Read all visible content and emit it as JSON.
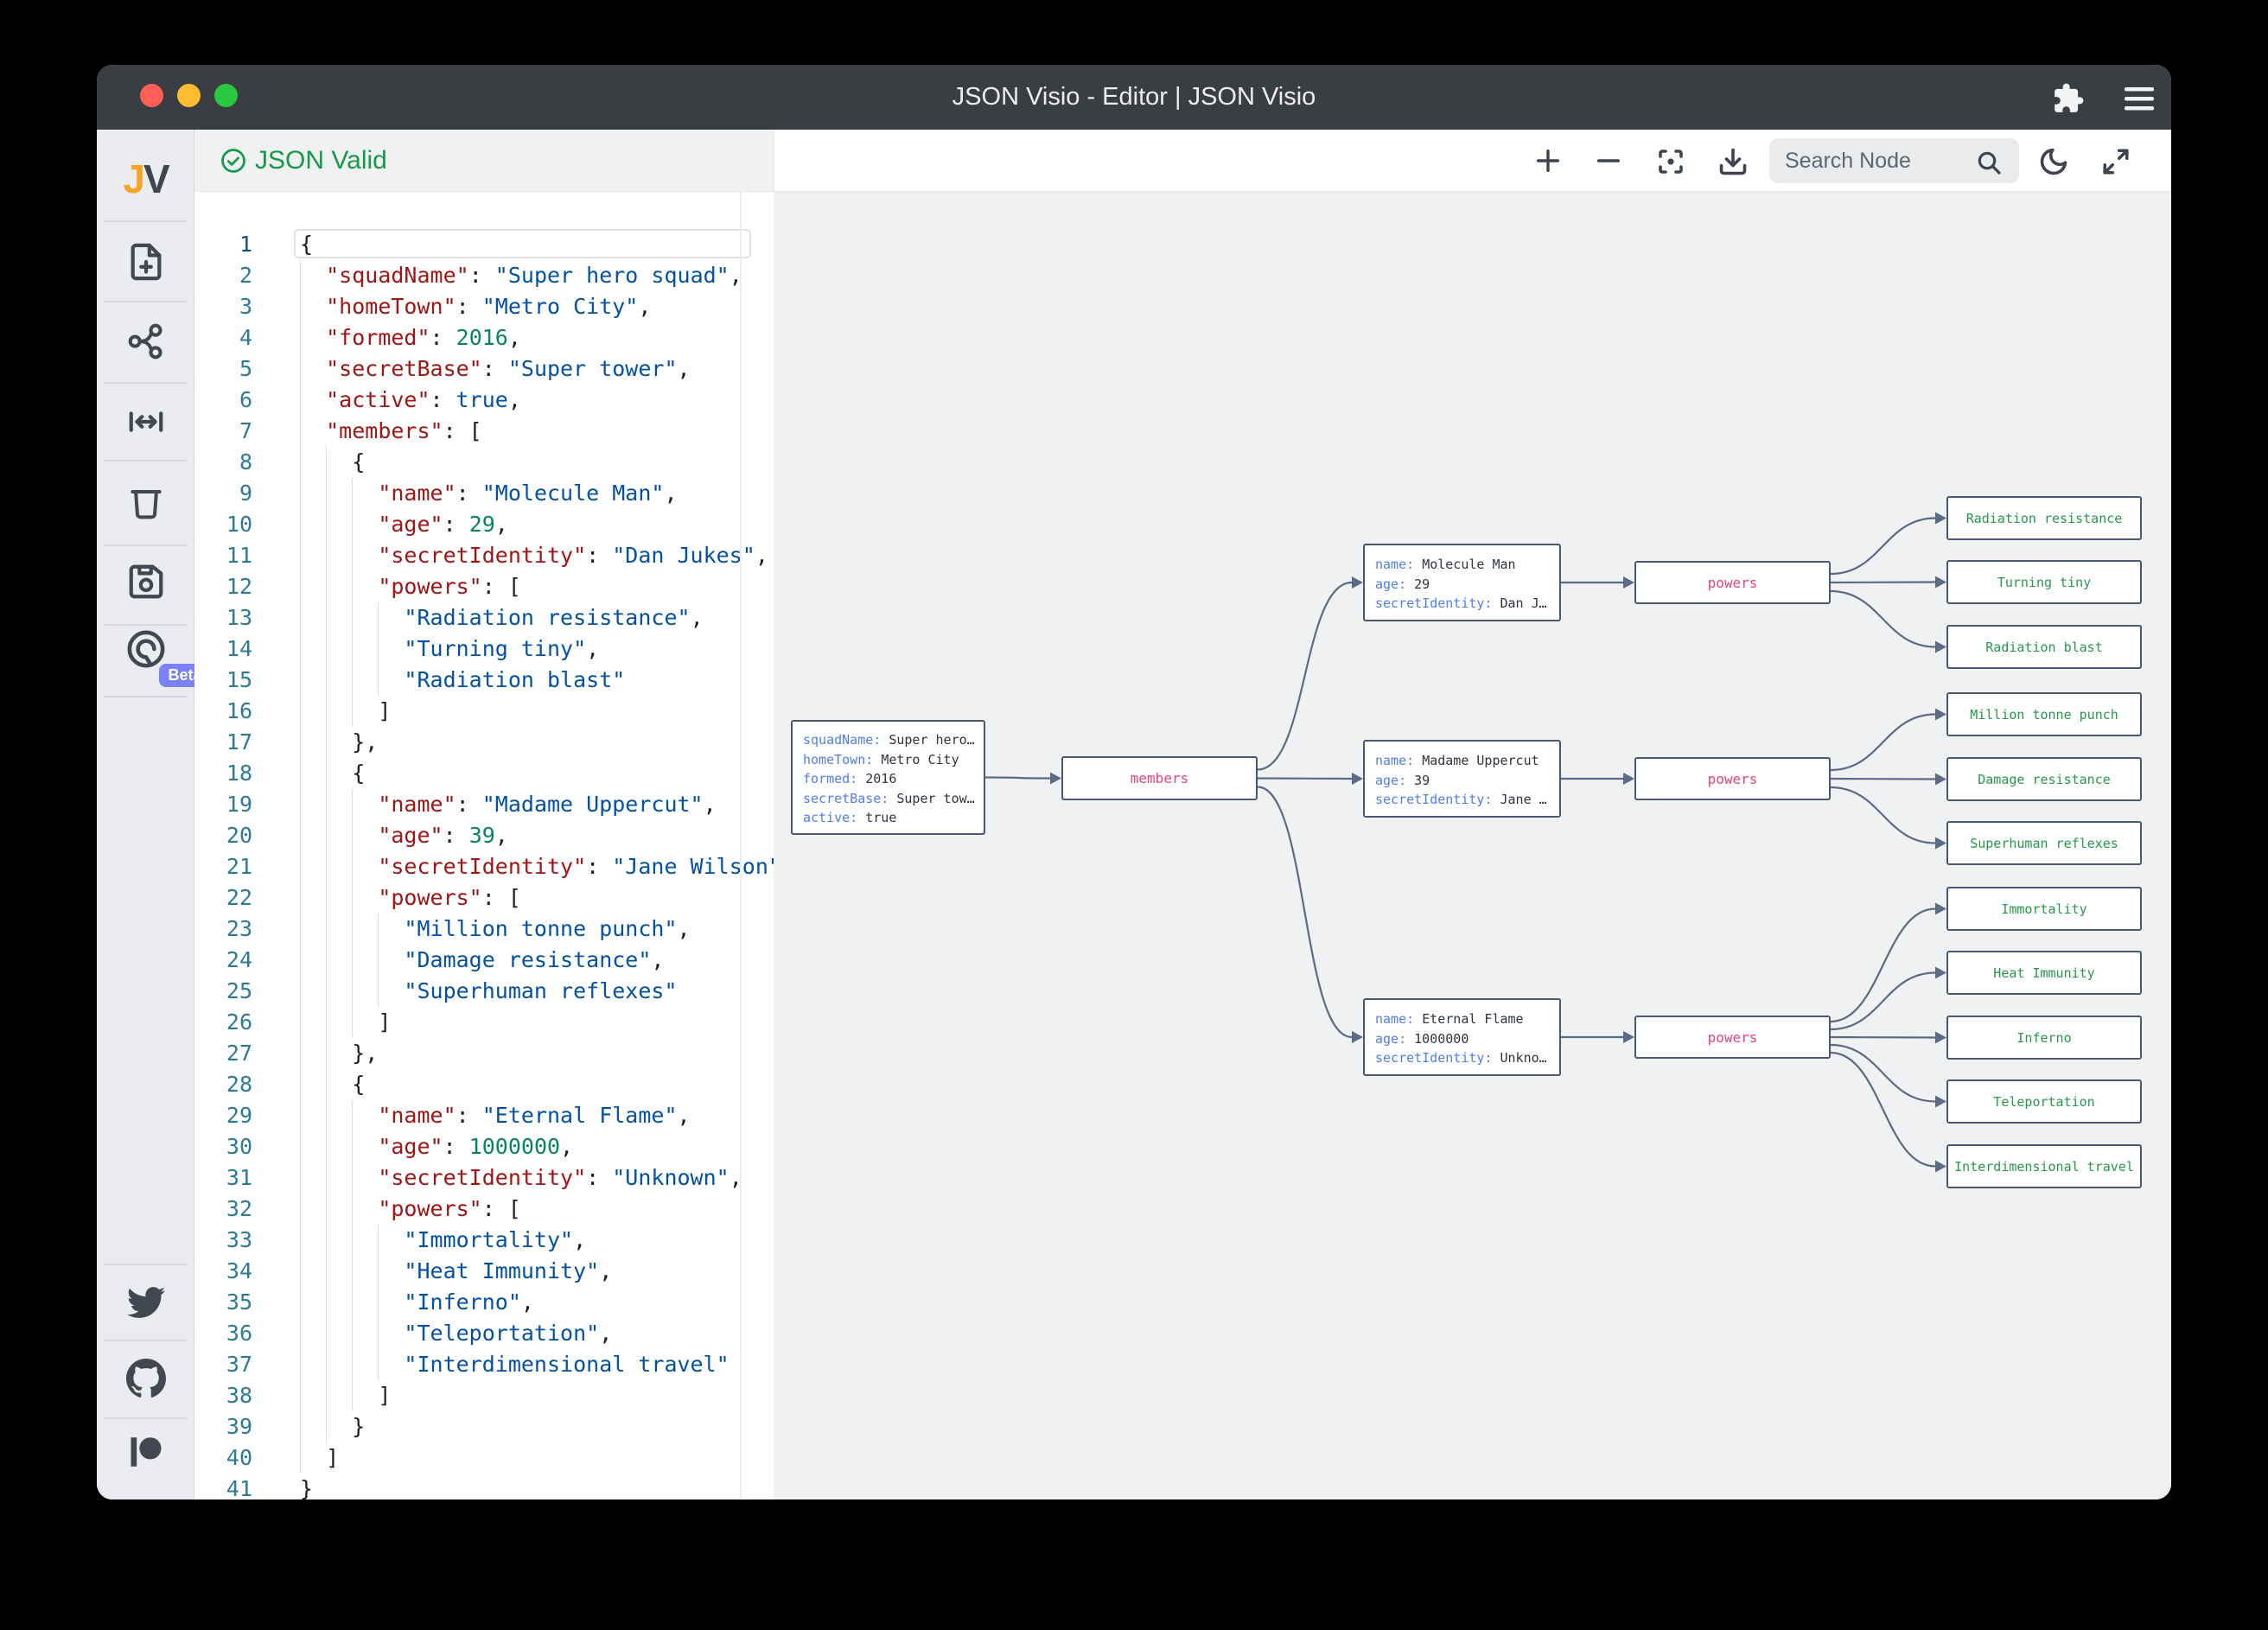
{
  "window": {
    "title": "JSON Visio - Editor | JSON Visio"
  },
  "sidebar": {
    "logo_j": "J",
    "logo_v": "V",
    "beta_badge": "Beta"
  },
  "editor": {
    "status": "JSON Valid",
    "lines": [
      [
        [
          "p",
          "{"
        ]
      ],
      [
        [
          "p",
          "  "
        ],
        [
          "k",
          "\"squadName\""
        ],
        [
          "p",
          ": "
        ],
        [
          "s",
          "\"Super hero squad\""
        ],
        [
          "p",
          ","
        ]
      ],
      [
        [
          "p",
          "  "
        ],
        [
          "k",
          "\"homeTown\""
        ],
        [
          "p",
          ": "
        ],
        [
          "s",
          "\"Metro City\""
        ],
        [
          "p",
          ","
        ]
      ],
      [
        [
          "p",
          "  "
        ],
        [
          "k",
          "\"formed\""
        ],
        [
          "p",
          ": "
        ],
        [
          "n",
          "2016"
        ],
        [
          "p",
          ","
        ]
      ],
      [
        [
          "p",
          "  "
        ],
        [
          "k",
          "\"secretBase\""
        ],
        [
          "p",
          ": "
        ],
        [
          "s",
          "\"Super tower\""
        ],
        [
          "p",
          ","
        ]
      ],
      [
        [
          "p",
          "  "
        ],
        [
          "k",
          "\"active\""
        ],
        [
          "p",
          ": "
        ],
        [
          "b",
          "true"
        ],
        [
          "p",
          ","
        ]
      ],
      [
        [
          "p",
          "  "
        ],
        [
          "k",
          "\"members\""
        ],
        [
          "p",
          ": ["
        ]
      ],
      [
        [
          "p",
          "    "
        ],
        [
          "p",
          "{"
        ]
      ],
      [
        [
          "p",
          "      "
        ],
        [
          "k",
          "\"name\""
        ],
        [
          "p",
          ": "
        ],
        [
          "s",
          "\"Molecule Man\""
        ],
        [
          "p",
          ","
        ]
      ],
      [
        [
          "p",
          "      "
        ],
        [
          "k",
          "\"age\""
        ],
        [
          "p",
          ": "
        ],
        [
          "n",
          "29"
        ],
        [
          "p",
          ","
        ]
      ],
      [
        [
          "p",
          "      "
        ],
        [
          "k",
          "\"secretIdentity\""
        ],
        [
          "p",
          ": "
        ],
        [
          "s",
          "\"Dan Jukes\""
        ],
        [
          "p",
          ","
        ]
      ],
      [
        [
          "p",
          "      "
        ],
        [
          "k",
          "\"powers\""
        ],
        [
          "p",
          ": ["
        ]
      ],
      [
        [
          "p",
          "        "
        ],
        [
          "s",
          "\"Radiation resistance\""
        ],
        [
          "p",
          ","
        ]
      ],
      [
        [
          "p",
          "        "
        ],
        [
          "s",
          "\"Turning tiny\""
        ],
        [
          "p",
          ","
        ]
      ],
      [
        [
          "p",
          "        "
        ],
        [
          "s",
          "\"Radiation blast\""
        ]
      ],
      [
        [
          "p",
          "      "
        ],
        [
          "p",
          "]"
        ]
      ],
      [
        [
          "p",
          "    "
        ],
        [
          "p",
          "},"
        ]
      ],
      [
        [
          "p",
          "    "
        ],
        [
          "p",
          "{"
        ]
      ],
      [
        [
          "p",
          "      "
        ],
        [
          "k",
          "\"name\""
        ],
        [
          "p",
          ": "
        ],
        [
          "s",
          "\"Madame Uppercut\""
        ],
        [
          "p",
          ","
        ]
      ],
      [
        [
          "p",
          "      "
        ],
        [
          "k",
          "\"age\""
        ],
        [
          "p",
          ": "
        ],
        [
          "n",
          "39"
        ],
        [
          "p",
          ","
        ]
      ],
      [
        [
          "p",
          "      "
        ],
        [
          "k",
          "\"secretIdentity\""
        ],
        [
          "p",
          ": "
        ],
        [
          "s",
          "\"Jane Wilson\""
        ],
        [
          "p",
          ","
        ]
      ],
      [
        [
          "p",
          "      "
        ],
        [
          "k",
          "\"powers\""
        ],
        [
          "p",
          ": ["
        ]
      ],
      [
        [
          "p",
          "        "
        ],
        [
          "s",
          "\"Million tonne punch\""
        ],
        [
          "p",
          ","
        ]
      ],
      [
        [
          "p",
          "        "
        ],
        [
          "s",
          "\"Damage resistance\""
        ],
        [
          "p",
          ","
        ]
      ],
      [
        [
          "p",
          "        "
        ],
        [
          "s",
          "\"Superhuman reflexes\""
        ]
      ],
      [
        [
          "p",
          "      "
        ],
        [
          "p",
          "]"
        ]
      ],
      [
        [
          "p",
          "    "
        ],
        [
          "p",
          "},"
        ]
      ],
      [
        [
          "p",
          "    "
        ],
        [
          "p",
          "{"
        ]
      ],
      [
        [
          "p",
          "      "
        ],
        [
          "k",
          "\"name\""
        ],
        [
          "p",
          ": "
        ],
        [
          "s",
          "\"Eternal Flame\""
        ],
        [
          "p",
          ","
        ]
      ],
      [
        [
          "p",
          "      "
        ],
        [
          "k",
          "\"age\""
        ],
        [
          "p",
          ": "
        ],
        [
          "n",
          "1000000"
        ],
        [
          "p",
          ","
        ]
      ],
      [
        [
          "p",
          "      "
        ],
        [
          "k",
          "\"secretIdentity\""
        ],
        [
          "p",
          ": "
        ],
        [
          "s",
          "\"Unknown\""
        ],
        [
          "p",
          ","
        ]
      ],
      [
        [
          "p",
          "      "
        ],
        [
          "k",
          "\"powers\""
        ],
        [
          "p",
          ": ["
        ]
      ],
      [
        [
          "p",
          "        "
        ],
        [
          "s",
          "\"Immortality\""
        ],
        [
          "p",
          ","
        ]
      ],
      [
        [
          "p",
          "        "
        ],
        [
          "s",
          "\"Heat Immunity\""
        ],
        [
          "p",
          ","
        ]
      ],
      [
        [
          "p",
          "        "
        ],
        [
          "s",
          "\"Inferno\""
        ],
        [
          "p",
          ","
        ]
      ],
      [
        [
          "p",
          "        "
        ],
        [
          "s",
          "\"Teleportation\""
        ],
        [
          "p",
          ","
        ]
      ],
      [
        [
          "p",
          "        "
        ],
        [
          "s",
          "\"Interdimensional travel\""
        ]
      ],
      [
        [
          "p",
          "      "
        ],
        [
          "p",
          "]"
        ]
      ],
      [
        [
          "p",
          "    "
        ],
        [
          "p",
          "}"
        ]
      ],
      [
        [
          "p",
          "  "
        ],
        [
          "p",
          "]"
        ]
      ],
      [
        [
          "p",
          "}"
        ]
      ]
    ]
  },
  "toolbar": {
    "search_placeholder": "Search Node"
  },
  "graph": {
    "members_label": "members",
    "powers_label": "powers",
    "root_rows": [
      {
        "key": "squadName:",
        "value": "Super hero…"
      },
      {
        "key": "homeTown:",
        "value": "Metro City"
      },
      {
        "key": "formed:",
        "value": "2016"
      },
      {
        "key": "secretBase:",
        "value": "Super tow…"
      },
      {
        "key": "active:",
        "value": "true"
      }
    ],
    "members": [
      {
        "rows": [
          {
            "key": "name:",
            "value": "Molecule Man"
          },
          {
            "key": "age:",
            "value": "29"
          },
          {
            "key": "secretIdentity:",
            "value": "Dan J…"
          }
        ],
        "powers": [
          "Radiation resistance",
          "Turning tiny",
          "Radiation blast"
        ]
      },
      {
        "rows": [
          {
            "key": "name:",
            "value": "Madame Uppercut"
          },
          {
            "key": "age:",
            "value": "39"
          },
          {
            "key": "secretIdentity:",
            "value": "Jane …"
          }
        ],
        "powers": [
          "Million tonne punch",
          "Damage resistance",
          "Superhuman reflexes"
        ]
      },
      {
        "rows": [
          {
            "key": "name:",
            "value": "Eternal Flame"
          },
          {
            "key": "age:",
            "value": "1000000"
          },
          {
            "key": "secretIdentity:",
            "value": "Unkno…"
          }
        ],
        "powers": [
          "Immortality",
          "Heat Immunity",
          "Inferno",
          "Teleportation",
          "Interdimensional travel"
        ]
      }
    ]
  },
  "colors": {
    "accent_green": "#169a4a",
    "node_key_blue": "#4f7df2",
    "parent_pink": "#e8437f",
    "leaf_green": "#27984c",
    "edge_slate": "#5b6b85",
    "badge_purple": "#7b82f7"
  }
}
